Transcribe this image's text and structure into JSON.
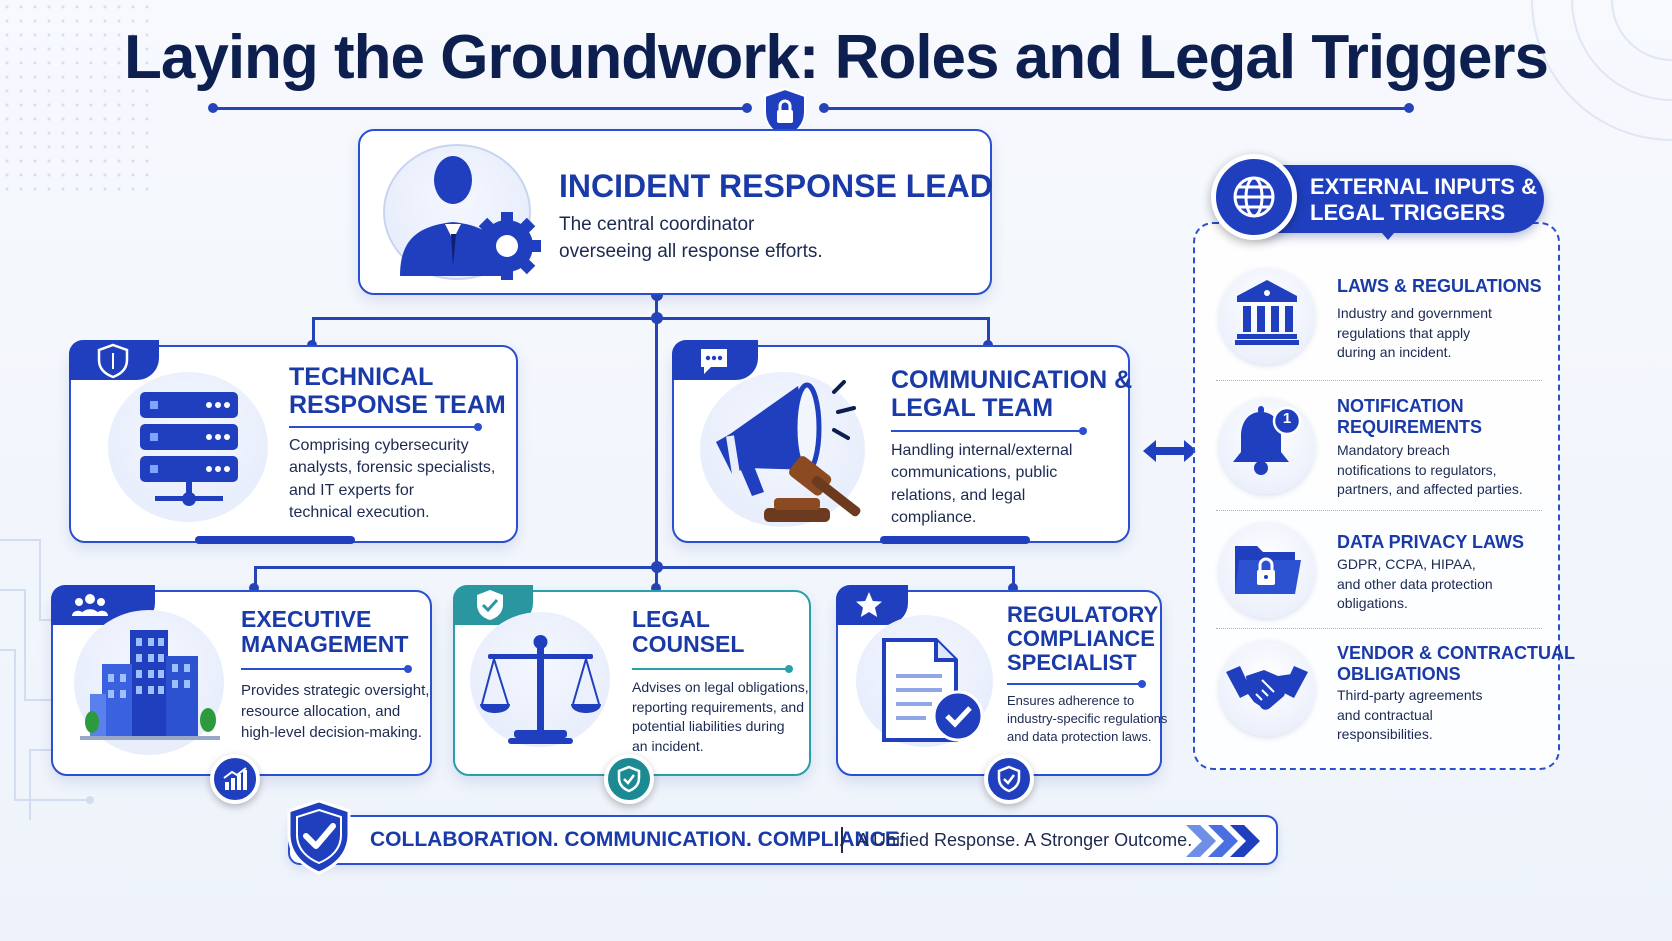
{
  "title": "Laying the Groundwork: Roles and Legal Triggers",
  "colors": {
    "primary": "#1f3fbf",
    "teal": "#2a97a0",
    "dark": "#0d1f4f"
  },
  "lead": {
    "title": "INCIDENT RESPONSE LEAD",
    "desc_line1": "The central coordinator",
    "desc_line2": "overseeing all response efforts.",
    "icon": "person-with-gear-icon"
  },
  "technical": {
    "title_line1": "TECHNICAL",
    "title_line2": "RESPONSE TEAM",
    "desc_line1": "Comprising cybersecurity",
    "desc_line2": "analysts, forensic specialists,",
    "desc_line3": "and IT experts for",
    "desc_line4": "technical execution.",
    "icon": "server-icon"
  },
  "communication": {
    "title_line1": "COMMUNICATION &",
    "title_line2": "LEGAL TEAM",
    "desc_line1": "Handling internal/external",
    "desc_line2": "communications, public",
    "desc_line3": "relations, and legal",
    "desc_line4": "compliance.",
    "icon": "megaphone-gavel-icon"
  },
  "executive": {
    "title_line1": "EXECUTIVE",
    "title_line2": "MANAGEMENT",
    "desc_line1": "Provides strategic oversight,",
    "desc_line2": "resource allocation, and",
    "desc_line3": "high-level decision-making.",
    "icon": "buildings-icon"
  },
  "counsel": {
    "title_line1": "LEGAL",
    "title_line2": "COUNSEL",
    "desc_line1": "Advises on legal obligations,",
    "desc_line2": "reporting requirements, and",
    "desc_line3": "potential liabilities during",
    "desc_line4": "an incident.",
    "icon": "scales-icon"
  },
  "regulatory": {
    "title_line1": "REGULATORY",
    "title_line2": "COMPLIANCE",
    "title_line3": "SPECIALIST",
    "desc_line1": "Ensures adherence to",
    "desc_line2": "industry-specific regulations",
    "desc_line3": "and data protection laws.",
    "icon": "document-check-icon"
  },
  "external": {
    "header_line1": "EXTERNAL INPUTS &",
    "header_line2": "LEGAL TRIGGERS",
    "items": [
      {
        "title_line1": "LAWS & REGULATIONS",
        "title_line2": "",
        "desc_line1": "Industry and government",
        "desc_line2": "regulations that apply",
        "desc_line3": "during an incident.",
        "icon": "courthouse-icon"
      },
      {
        "title_line1": "NOTIFICATION",
        "title_line2": "REQUIREMENTS",
        "desc_line1": "Mandatory breach",
        "desc_line2": "notifications to regulators,",
        "desc_line3": "partners, and affected parties.",
        "icon": "bell-icon",
        "badge": "1"
      },
      {
        "title_line1": "DATA PRIVACY LAWS",
        "title_line2": "",
        "desc_line1": "GDPR, CCPA, HIPAA,",
        "desc_line2": "and other data protection",
        "desc_line3": "obligations.",
        "icon": "locked-folder-icon"
      },
      {
        "title_line1": "VENDOR & CONTRACTUAL",
        "title_line2": "OBLIGATIONS",
        "desc_line1": "Third-party agreements",
        "desc_line2": "and contractual",
        "desc_line3": "responsibilities.",
        "icon": "handshake-icon"
      }
    ]
  },
  "banner": {
    "main": "COLLABORATION. COMMUNICATION. COMPLIANCE.",
    "sub": "A Unified Response. A Stronger Outcome."
  }
}
